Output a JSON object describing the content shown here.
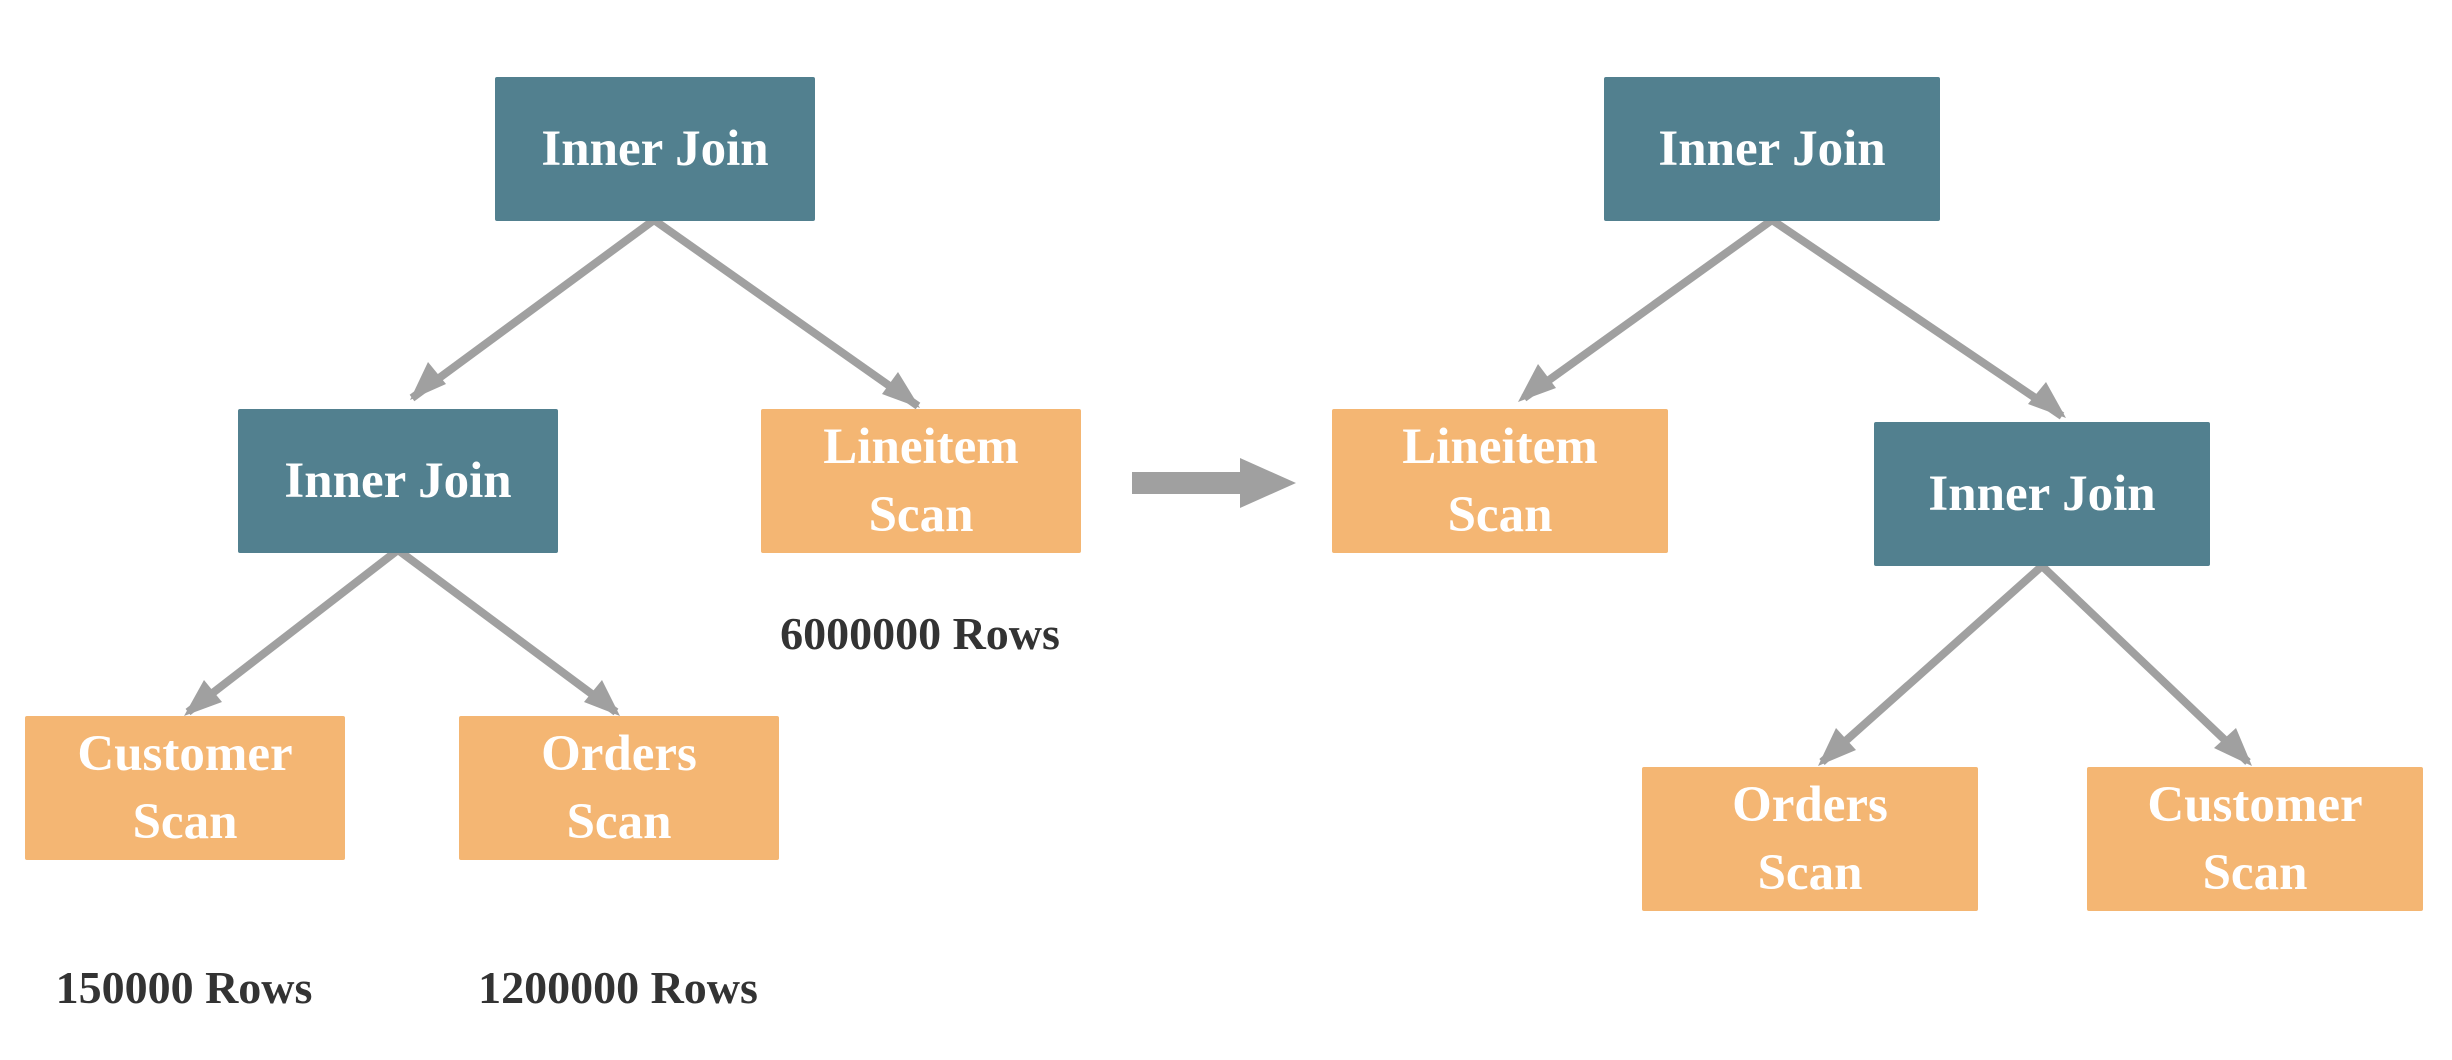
{
  "colors": {
    "join_fill": "#52808f",
    "scan_fill": "#f4b673",
    "arrow": "#a0a0a0",
    "row_count_text": "#333333",
    "node_text": "#ffffff"
  },
  "before_plan": {
    "root_join": {
      "label": "Inner Join"
    },
    "child_join": {
      "label": "Inner Join"
    },
    "lineitem_scan": {
      "line1": "Lineitem",
      "line2": "Scan",
      "rows": "6000000 Rows"
    },
    "customer_scan": {
      "line1": "Customer",
      "line2": "Scan",
      "rows": "150000 Rows"
    },
    "orders_scan": {
      "line1": "Orders",
      "line2": "Scan",
      "rows": "1200000 Rows"
    }
  },
  "after_plan": {
    "root_join": {
      "label": "Inner Join"
    },
    "lineitem_scan": {
      "line1": "Lineitem",
      "line2": "Scan"
    },
    "child_join": {
      "label": "Inner Join"
    },
    "orders_scan": {
      "line1": "Orders",
      "line2": "Scan"
    },
    "customer_scan": {
      "line1": "Customer",
      "line2": "Scan"
    }
  }
}
